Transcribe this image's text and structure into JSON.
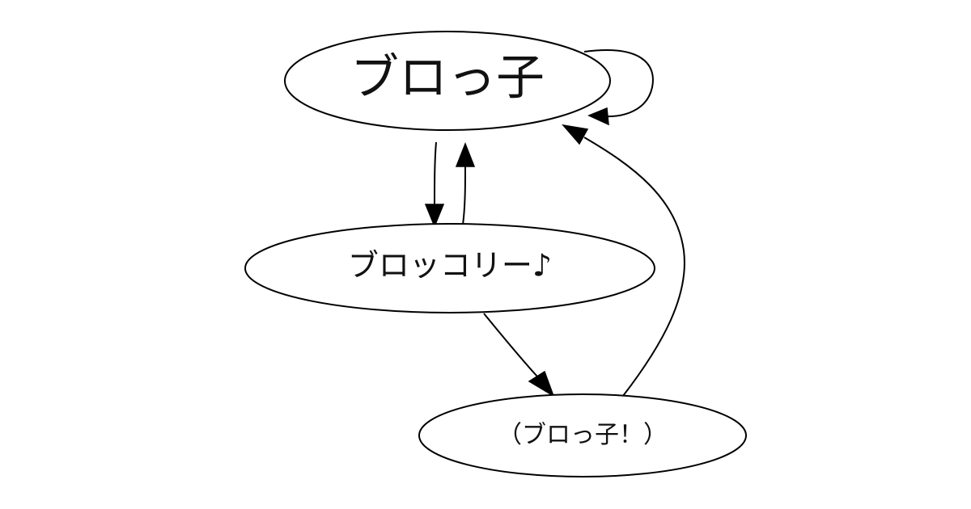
{
  "diagram": {
    "nodes": [
      {
        "id": "n1",
        "label": "ブロっ子"
      },
      {
        "id": "n2",
        "label": "ブロッコリー♪"
      },
      {
        "id": "n3",
        "label": "（ブロっ子！）"
      }
    ],
    "edges": [
      {
        "from": "n1",
        "to": "n1"
      },
      {
        "from": "n1",
        "to": "n2"
      },
      {
        "from": "n2",
        "to": "n1"
      },
      {
        "from": "n2",
        "to": "n3"
      },
      {
        "from": "n3",
        "to": "n1"
      }
    ],
    "colors": {
      "stroke": "#000000",
      "fill": "#ffffff",
      "text": "#111111"
    }
  }
}
